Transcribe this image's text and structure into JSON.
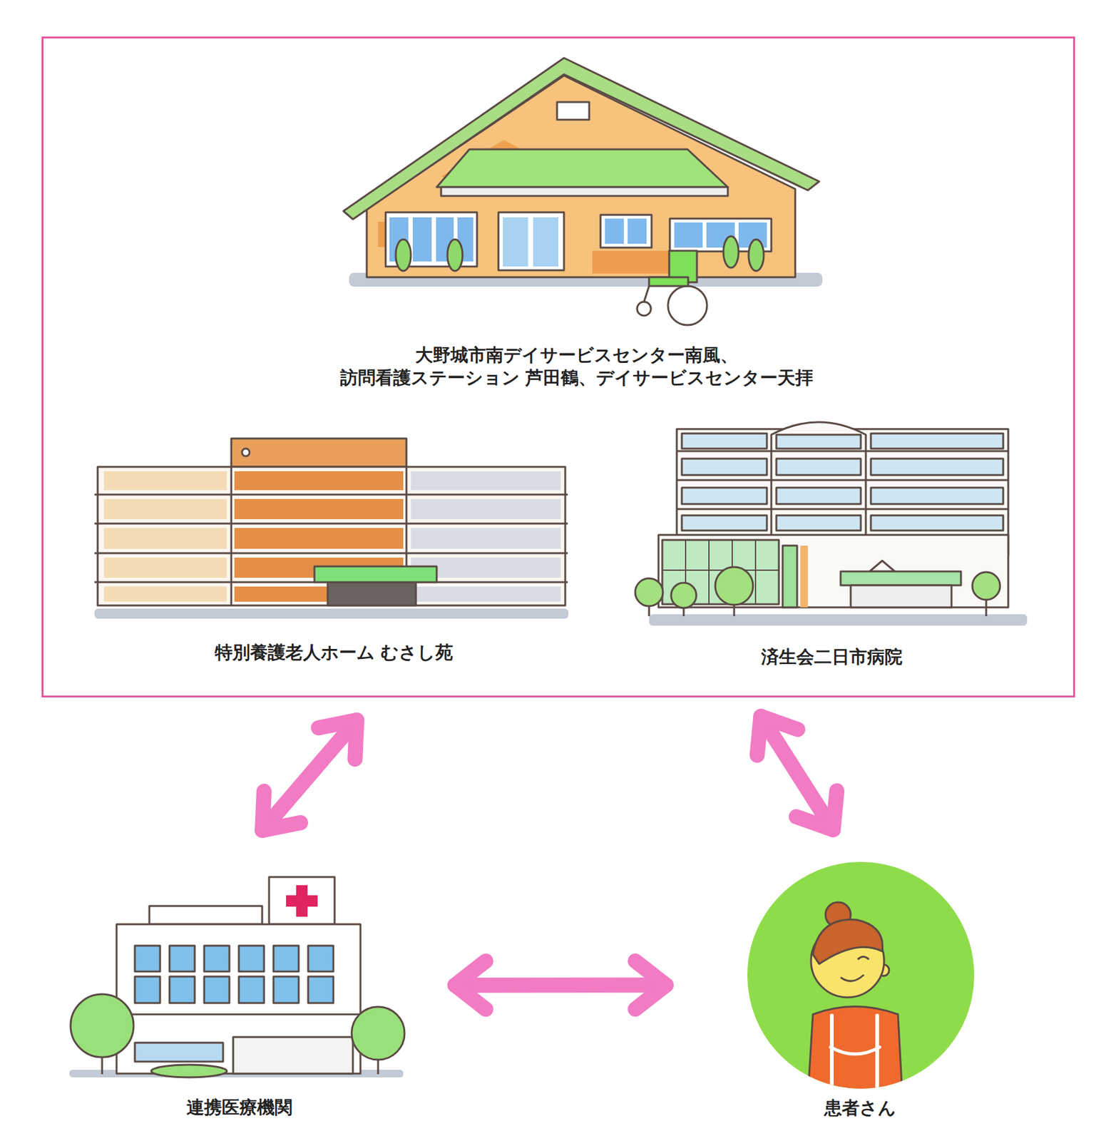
{
  "diagram": {
    "nodes": [
      {
        "text": []
      },
      {
        "text": [
          "大野城市南デイサービスセンター南風、 訪問看護ステーション 芦田鶴、デイサービスセンター天拝"
        ],
        "in": 0
      },
      {
        "text": [
          "特別養護老人ホーム むさし苑"
        ],
        "in": 0
      },
      {
        "text": [
          "済生会二日市病院"
        ],
        "in": 0
      },
      {
        "text": [
          "連携医療機関"
        ]
      },
      {
        "text": [
          "患者さん"
        ]
      }
    ],
    "edges": [
      {
        "from": 0,
        "to": 4,
        "arrow": "both"
      },
      {
        "from": 0,
        "to": 5,
        "arrow": "both"
      },
      {
        "from": 4,
        "to": 5,
        "arrow": "both"
      }
    ]
  }
}
